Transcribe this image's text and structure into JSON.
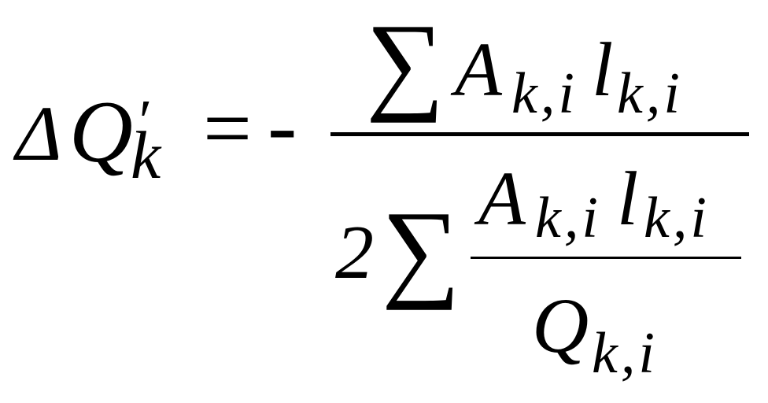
{
  "formula": {
    "lhs": {
      "delta": "Δ",
      "var": "Q",
      "prime": "′",
      "sub": "k"
    },
    "equals": "=",
    "minus": "-",
    "numerator": {
      "sum": "∑",
      "a": "A",
      "a_sub": "k,i",
      "l": "l",
      "l_sub": "k,i"
    },
    "denominator": {
      "coef": "2",
      "sum": "∑",
      "inner_num": {
        "a": "A",
        "a_sub": "k,i",
        "l": "l",
        "l_sub": "k,i"
      },
      "inner_den": {
        "q": "Q",
        "q_sub": "k,i"
      }
    }
  }
}
